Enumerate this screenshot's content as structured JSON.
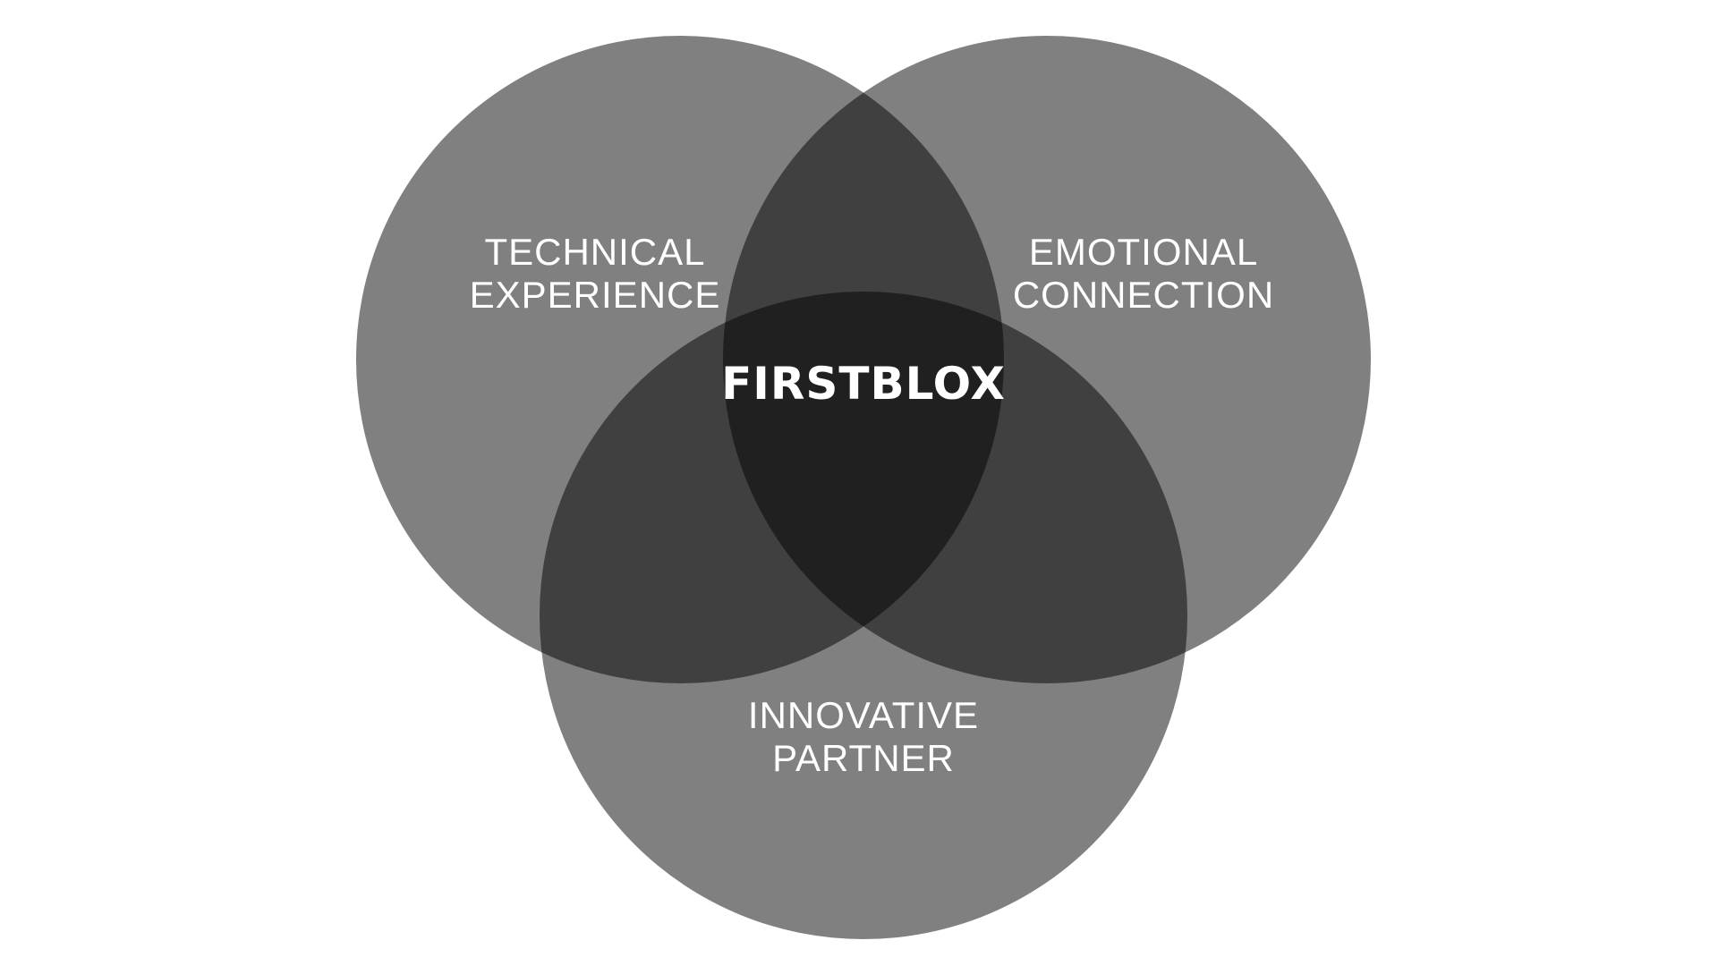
{
  "diagram": {
    "type": "venn",
    "colors": {
      "background": "#ffffff",
      "circle": "#808080",
      "pair_overlap": "#404040",
      "center_overlap": "#202020",
      "text": "#ffffff"
    },
    "sets": [
      {
        "id": "technical",
        "line1": "TECHNICAL",
        "line2": "EXPERIENCE"
      },
      {
        "id": "emotional",
        "line1": "EMOTIONAL",
        "line2": "CONNECTION"
      },
      {
        "id": "innovative",
        "line1": "INNOVATIVE",
        "line2": "PARTNER"
      }
    ],
    "center_label": "FIRSTBLOX"
  }
}
